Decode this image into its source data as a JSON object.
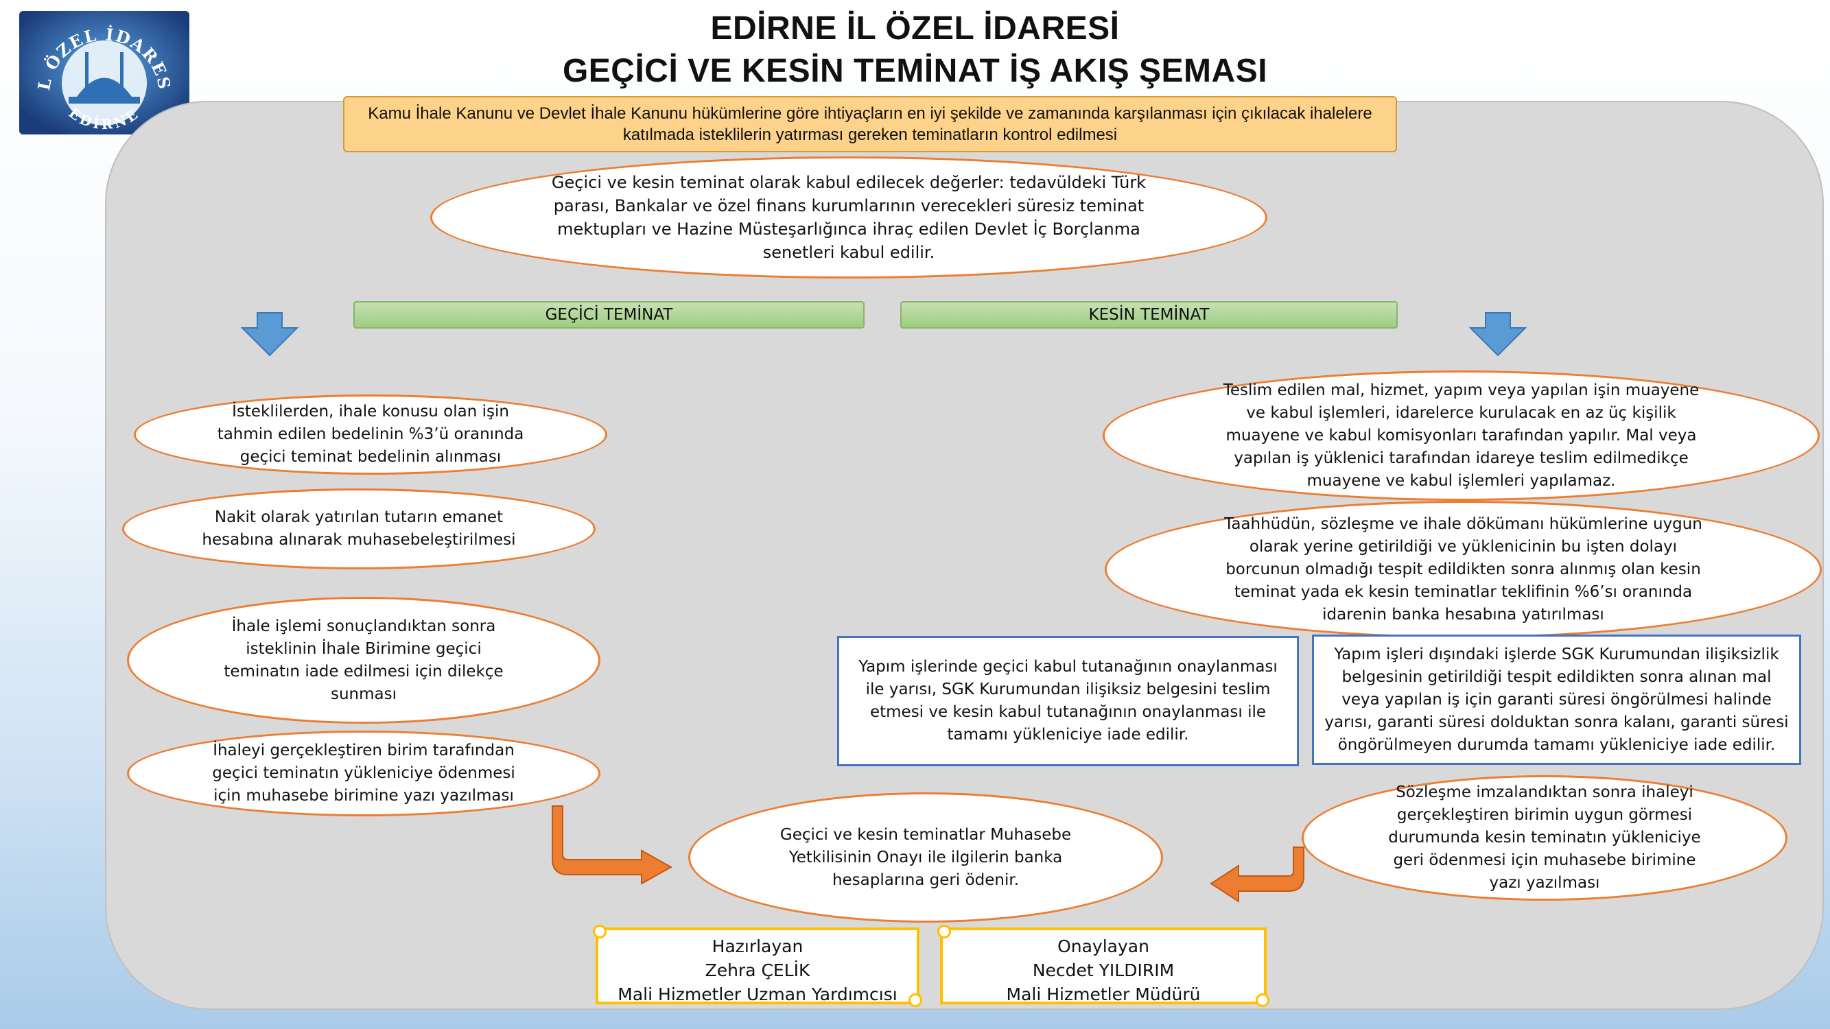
{
  "header": {
    "title_line1": "EDİRNE İL ÖZEL İDARESİ",
    "title_line2": "GEÇİCİ VE KESİN TEMİNAT İŞ AKIŞ ŞEMASI",
    "logo_text": "İL ÖZEL İDARESİ",
    "logo_subtext": "EDİRNE"
  },
  "purpose": "Kamu İhale Kanunu ve Devlet İhale Kanunu  hükümlerine göre  ihtiyaçların  en iyi şekilde ve zamanında  karşılanması için çıkılacak ihalelere  katılmada  isteklilerin  yatırması gereken  teminatların kontrol edilmesi",
  "accepted_values": [
    "Geçici ve kesin teminat olarak kabul edilecek değerler: tedavüldeki Türk",
    "parası, Bankalar ve özel finans  kurumlarının verecekleri süresiz teminat",
    "mektupları ve Hazine Müsteşarlığınca ihraç edilen  Devlet İç Borçlanma",
    "senetleri kabul edilir."
  ],
  "gecici": {
    "label": "GEÇİCİ TEMİNAT",
    "steps": [
      [
        "İsteklilerden, ihale konusu olan işin",
        "tahmin edilen bedelinin %3’ü oranında",
        "geçici teminat bedelinin alınması"
      ],
      [
        "Nakit olarak yatırılan tutarın emanet",
        "hesabına alınarak muhasebeleştirilmesi"
      ],
      [
        "İhale işlemi sonuçlandıktan sonra",
        "isteklinin İhale Birimine geçici",
        "teminatın iade edilmesi için dilekçe",
        "sunması"
      ],
      [
        "İhaleyi gerçekleştiren birim tarafından",
        "geçici teminatın yükleniciye ödenmesi",
        "için muhasebe birimine yazı yazılması"
      ]
    ]
  },
  "kesin": {
    "label": "KESİN TEMİNAT",
    "steps": [
      [
        "Teslim edilen mal, hizmet, yapım  veya yapılan işin muayene",
        "ve kabul işlemleri, idarelerce kurulacak en az üç kişilik",
        "muayene ve kabul komisyonları tarafından yapılır. Mal veya",
        "yapılan  iş yüklenici tarafından idareye teslim edilmedikçe",
        "muayene ve kabul işlemleri yapılamaz."
      ],
      [
        "Taahhüdün, sözleşme ve ihale dökümanı hükümlerine uygun",
        "olarak yerine getirildiği ve yüklenicinin bu işten dolayı",
        "borcunun olmadığı tespit edildikten sonra alınmış olan kesin",
        "teminat yada  ek kesin teminatlar  teklifinin %6’sı oranında",
        "idarenin banka hesabına yatırılması"
      ],
      [
        "Sözleşme imzalandıktan sonra ihaleyi",
        "gerçekleştiren birimin uygun görmesi",
        "durumunda kesin teminatın yükleniciye",
        "geri ödenmesi için muhasebe birimine",
        "yazı yazılması"
      ]
    ],
    "box_yapim": "Yapım işlerinde geçici kabul tutanağının onaylanması ile yarısı, SGK Kurumundan ilişiksiz belgesini teslim etmesi ve kesin kabul tutanağının onaylanması ile  tamamı yükleniciye iade edilir.",
    "box_diger": "Yapım işleri dışındaki işlerde SGK Kurumundan ilişiksizlik belgesinin getirildiği tespit edildikten sonra alınan mal veya yapılan iş için garanti süresi öngörülmesi halinde yarısı, garanti süresi dolduktan sonra kalanı, garanti süresi öngörülmeyen durumda tamamı yükleniciye iade edilir."
  },
  "final": [
    "Geçici ve kesin teminatlar Muhasebe",
    "Yetkilisinin Onayı ile ilgilerin banka",
    "hesaplarına geri ödenir."
  ],
  "signatures": {
    "prepared": {
      "role": "Hazırlayan",
      "name": "Zehra ÇELİK",
      "title": "Mali Hizmetler Uzman Yardımcısı"
    },
    "approved": {
      "role": "Onaylayan",
      "name": "Necdet YILDIRIM",
      "title": "Mali Hizmetler Müdürü"
    }
  },
  "colors": {
    "ellipse_border": "#ed7d31",
    "arrow_blue": "#5b9bd5",
    "arrow_orange": "#ed7d31",
    "bar_green": "#a9d18e",
    "box_blue": "#4472c4",
    "purpose_fill": "#fdd28a",
    "scroll_border": "#ffc000"
  }
}
